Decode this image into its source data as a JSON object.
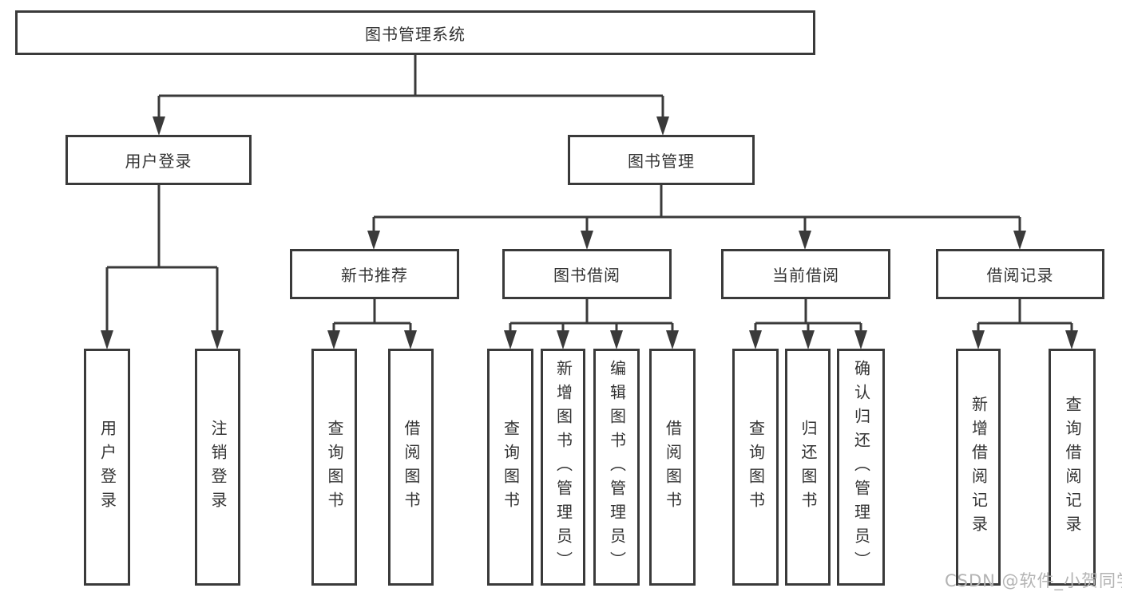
{
  "diagram_type": "hierarchy-tree",
  "colors": {
    "line": "#3a3a3a",
    "text": "#333333",
    "box_background": "#ffffff",
    "page_background": "#ffffff",
    "watermark": "#b3b3b3"
  },
  "watermark": {
    "text": "CSDN @软件_小贺同学"
  },
  "tree": {
    "root": {
      "label": "图书管理系统"
    },
    "branches": [
      {
        "label": "用户登录",
        "children": [
          {
            "label": "用户登录"
          },
          {
            "label": "注销登录"
          }
        ]
      },
      {
        "label": "图书管理",
        "children": [
          {
            "label": "新书推荐",
            "children": [
              {
                "label": "查询图书"
              },
              {
                "label": "借阅图书"
              }
            ]
          },
          {
            "label": "图书借阅",
            "children": [
              {
                "label": "查询图书"
              },
              {
                "label": "新增图书（管理员）"
              },
              {
                "label": "编辑图书（管理员）"
              },
              {
                "label": "借阅图书"
              }
            ]
          },
          {
            "label": "当前借阅",
            "children": [
              {
                "label": "查询图书"
              },
              {
                "label": "归还图书"
              },
              {
                "label": "确认归还（管理员）"
              }
            ]
          },
          {
            "label": "借阅记录",
            "children": [
              {
                "label": "新增借阅记录"
              },
              {
                "label": "查询借阅记录"
              }
            ]
          }
        ]
      }
    ]
  }
}
